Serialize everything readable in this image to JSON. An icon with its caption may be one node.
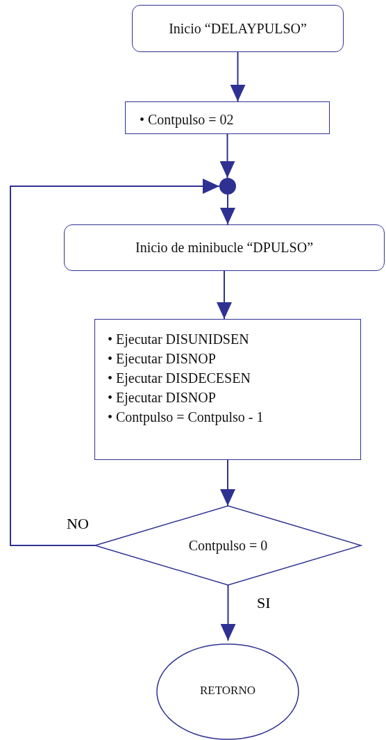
{
  "diagram": {
    "nodes": [
      {
        "text": [
          "Inicio  “DELAYPULSO”"
        ]
      },
      {
        "text": [
          "• Contpulso = 02"
        ]
      },
      {
        "text": [],
        "shape": "circle"
      },
      {
        "text": [
          "Inicio  de minibucle “DPULSO”"
        ]
      },
      {
        "text": [
          "• Ejecutar DISUNIDSEN",
          "• Ejecutar DISNOP",
          "• Ejecutar DISDECESEN",
          "• Ejecutar DISNOP",
          "• Contpulso = Contpulso - 1"
        ]
      },
      {
        "text": [
          "Contpulso = 0"
        ]
      },
      {
        "text": [
          "RETORNO"
        ]
      }
    ],
    "edges": [
      {
        "from": 0,
        "to": 1,
        "arrow": "to"
      },
      {
        "from": 1,
        "to": 2,
        "arrow": "to"
      },
      {
        "from": 2,
        "to": 3,
        "arrow": "to"
      },
      {
        "from": 3,
        "to": 4,
        "arrow": "to"
      },
      {
        "from": 4,
        "to": 5,
        "arrow": "to"
      },
      {
        "from": 5,
        "to": 6,
        "arrow": "to",
        "label": "SI"
      },
      {
        "from": 5,
        "to": 2,
        "arrow": "to",
        "label": "NO"
      }
    ]
  }
}
